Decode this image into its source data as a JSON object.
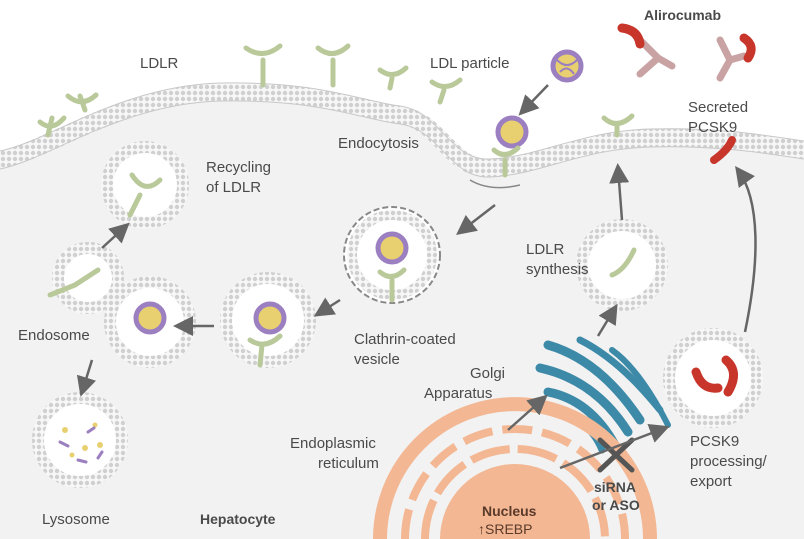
{
  "labels": {
    "ldlr": "LDLR",
    "ldl_particle": "LDL particle",
    "alirocumab": "Alirocumab",
    "secreted_1": "Secreted",
    "secreted_2": "PCSK9",
    "endocytosis": "Endocytosis",
    "recycling_1": "Recycling",
    "recycling_2": "of LDLR",
    "ldlr_synthesis_1": "LDLR",
    "ldlr_synthesis_2": "synthesis",
    "endosome": "Endosome",
    "clathrin_1": "Clathrin-coated",
    "clathrin_2": "vesicle",
    "golgi_1": "Golgi",
    "golgi_2": "Apparatus",
    "er_1": "Endoplasmic",
    "er_2": "reticulum",
    "lysosome": "Lysosome",
    "hepatocyte": "Hepatocyte",
    "nucleus": "Nucleus",
    "srebp": "↑SREBP",
    "sirna_1": "siRNA",
    "sirna_2": "or ASO",
    "pcsk9_proc_1": "PCSK9",
    "pcsk9_proc_2": "processing/",
    "pcsk9_proc_3": "export"
  },
  "colors": {
    "membrane": "#d9d9d9",
    "cytoplasm": "#f2f2f2",
    "receptor": "#b9c99a",
    "ldl_purple": "#9b7fc0",
    "ldl_yellow": "#e8d070",
    "pcsk9_red": "#c8352b",
    "antibody_pink": "#c9a3a3",
    "golgi_blue": "#3d8aa8",
    "nucleus_peach": "#f3b793",
    "arrow": "#666666"
  }
}
